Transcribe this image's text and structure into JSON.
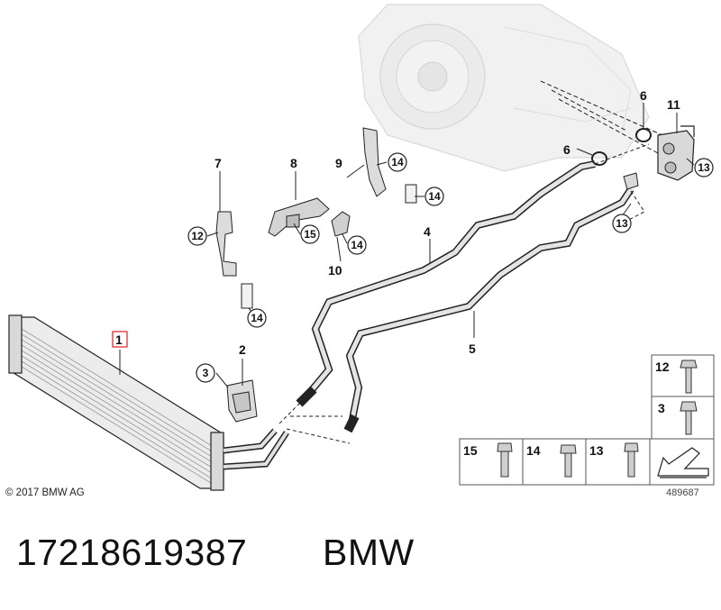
{
  "callouts": {
    "c1": "1",
    "c2": "2",
    "c3": "3",
    "c4": "4",
    "c5": "5",
    "c6a": "6",
    "c6b": "6",
    "c7": "7",
    "c8": "8",
    "c9": "9",
    "c10": "10",
    "c11": "11",
    "c12": "12",
    "c13": "13",
    "c14a": "14",
    "c14b": "14",
    "c14c": "14",
    "c14d": "14",
    "c15": "15"
  },
  "legend": {
    "r12": "12",
    "r3": "3",
    "r15": "15",
    "r14": "14",
    "r13": "13"
  },
  "copyright": "© 2017 BMW AG",
  "diagram_id": "489687",
  "part_number": "17218619387",
  "brand": "BMW",
  "colors": {
    "highlight_box": "#e03030",
    "line": "#222222",
    "part_fill": "#d9d9d9"
  }
}
